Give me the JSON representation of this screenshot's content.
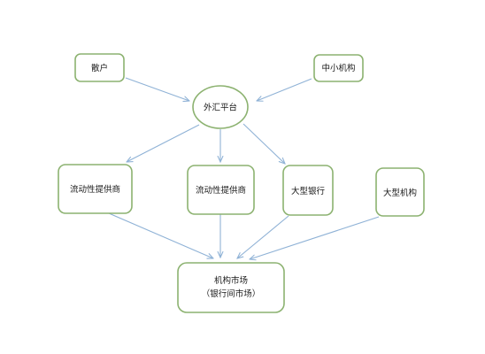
{
  "diagram": {
    "nodes": {
      "retail": {
        "label": "散户"
      },
      "sme": {
        "label": "中小机构"
      },
      "fx_platform": {
        "label": "外汇平台"
      },
      "lp1": {
        "label": "流动性提供商"
      },
      "lp2": {
        "label": "流动性提供商"
      },
      "big_bank_1": {
        "label": "大型银行"
      },
      "big_inst": {
        "label": "大型机构"
      },
      "inst_market": {
        "line1": "机构市场",
        "line2": "（银行间市场）"
      }
    },
    "colors": {
      "node_border": "#8cb270",
      "edge": "#8fb2d6",
      "text": "#1a1a1a",
      "background": "#ffffff"
    }
  }
}
